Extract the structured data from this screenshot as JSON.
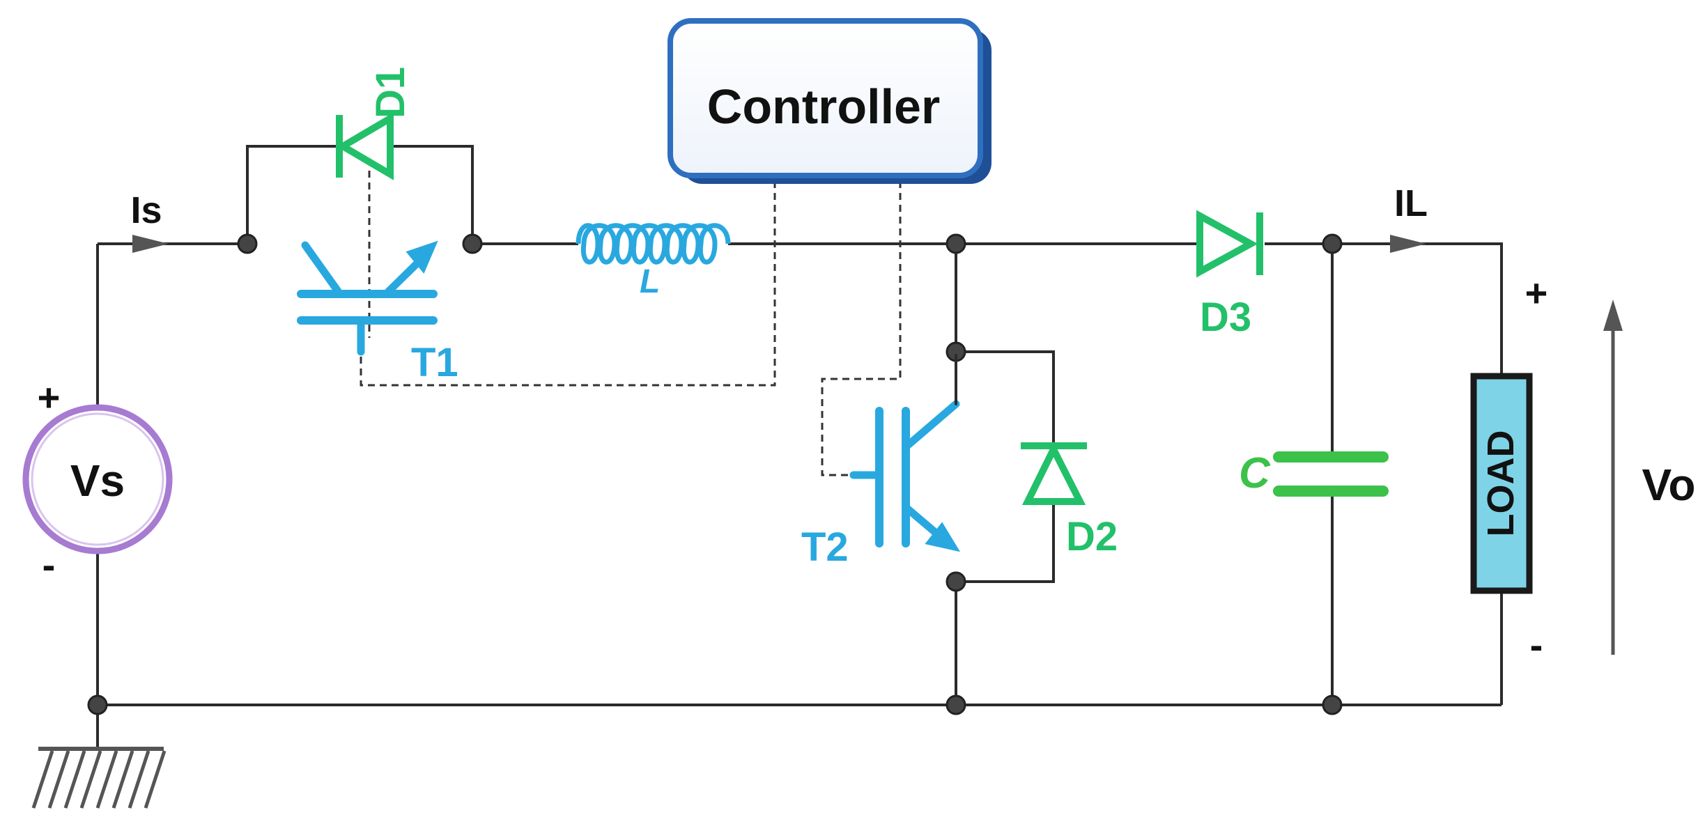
{
  "controller": {
    "label": "Controller"
  },
  "source": {
    "label": "Vs",
    "plus": "+",
    "minus": "-"
  },
  "currents": {
    "input": "Is",
    "output": "IL"
  },
  "components": {
    "t1": "T1",
    "t2": "T2",
    "d1": "D1",
    "d2": "D2",
    "d3": "D3",
    "inductor": "L",
    "capacitor": "C",
    "load": "LOAD"
  },
  "output": {
    "voltage": "Vo",
    "plus": "+",
    "minus": "-"
  },
  "colors": {
    "wire": "#2b2b2b",
    "transistor": "#29a8e0",
    "diode": "#23c06a",
    "capacitor": "#3cc14a",
    "load_fill": "#7fd3e6",
    "source_ring": "#a77bd1",
    "controller_border": "#2f6fc0",
    "arrow": "#555555"
  }
}
